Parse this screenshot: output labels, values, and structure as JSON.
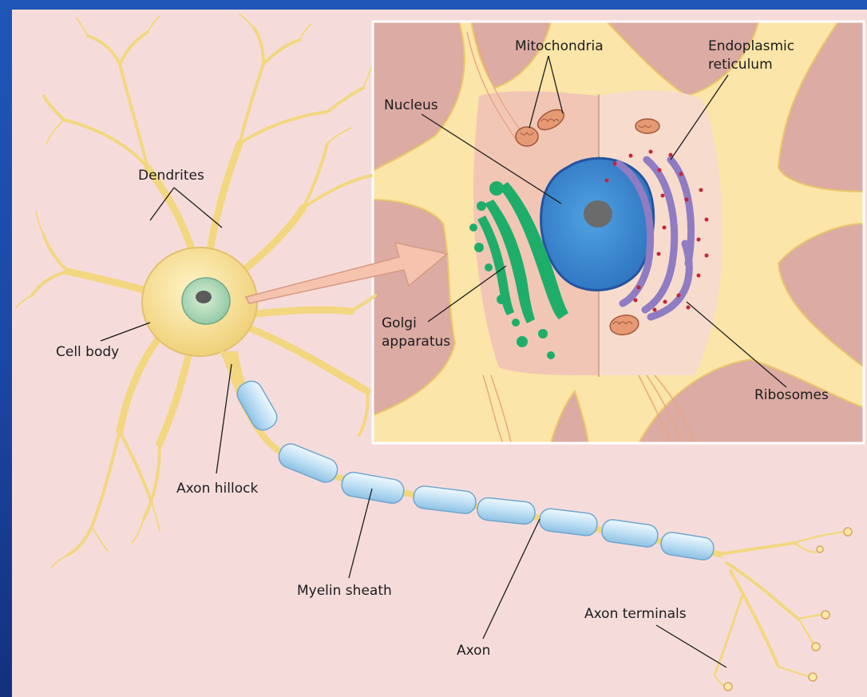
{
  "colors": {
    "background_blue": "#1f56b8",
    "panel": "#f5dcdb",
    "cell_yellow": "#f9e7a6",
    "myelin_blue": "#bfe0f5",
    "nucleus_blue": "#3f8fd6",
    "golgi_green": "#1fae6a",
    "er_purple": "#8f7cc2",
    "mitochondria": "#e59a74",
    "ribosome_red": "#c8233a"
  },
  "labels": {
    "mitochondria": "Mitochondria",
    "er_line1": "Endoplasmic",
    "er_line2": "reticulum",
    "nucleus": "Nucleus",
    "dendrites": "Dendrites",
    "golgi_line1": "Golgi",
    "golgi_line2": "apparatus",
    "cell_body": "Cell body",
    "ribosomes": "Ribosomes",
    "axon_hillock": "Axon hillock",
    "myelin_sheath": "Myelin sheath",
    "axon_terminals": "Axon terminals",
    "axon": "Axon"
  }
}
